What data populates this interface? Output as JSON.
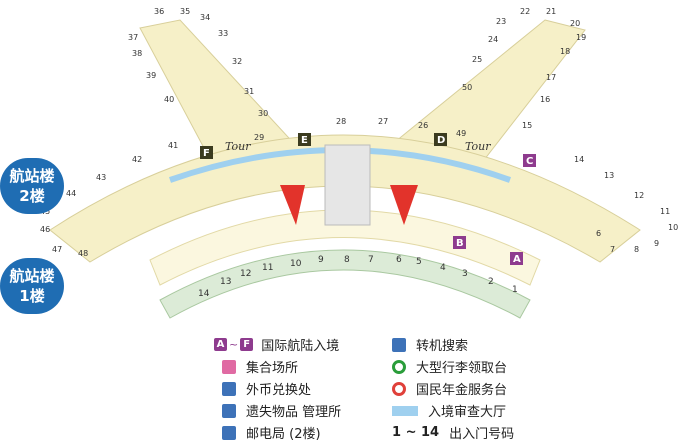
{
  "floors": {
    "upper": [
      "航站楼",
      "2楼"
    ],
    "lower": [
      "航站楼",
      "1楼"
    ]
  },
  "gates_north": [
    "26",
    "27",
    "28",
    "29",
    "30",
    "31",
    "32",
    "33",
    "34",
    "35",
    "36",
    "37",
    "38",
    "39",
    "40",
    "41",
    "42",
    "43",
    "44",
    "45",
    "46",
    "47",
    "48",
    "49",
    "50",
    "25",
    "24",
    "23",
    "22",
    "21",
    "20",
    "19",
    "18",
    "17",
    "16",
    "15",
    "14",
    "13",
    "12",
    "11",
    "10",
    "9",
    "8",
    "7",
    "6",
    "5",
    "4",
    "3",
    "2",
    "1"
  ],
  "gates_south": [
    "1",
    "2",
    "3",
    "4",
    "5",
    "6",
    "7",
    "8",
    "9",
    "10",
    "11",
    "12",
    "13",
    "14"
  ],
  "zones": [
    "A",
    "B",
    "C",
    "D",
    "E",
    "F"
  ],
  "tour_label": "Tour",
  "legend": {
    "zone_range": {
      "from": "A",
      "sep": "~",
      "to": "F",
      "label": "国际航陆入境"
    },
    "meeting": "集合场所",
    "exchange": "外币兑换处",
    "lost_found": "遗失物品 管理所",
    "post": "邮电局 (2楼)",
    "transfer": "转机搜索",
    "baggage": "大型行李领取台",
    "pension": "国民年金服务台",
    "immigration": "入境审查大厅",
    "gate_range": "1 ~ 14",
    "gate_label": "出入门号码"
  },
  "colors": {
    "floor_badge": "#1f6db3",
    "zone_marker": "#8e3b8e",
    "service_icon": "#3d72b8",
    "meeting_icon": "#e06aa3",
    "baggage_ring": "#2a9d3a",
    "pension_ring": "#e0403a",
    "immigration_band": "#9fd0ef",
    "arrow": "#e2332b",
    "pier": "#f6f0c8",
    "level1": "#dcebd7"
  }
}
